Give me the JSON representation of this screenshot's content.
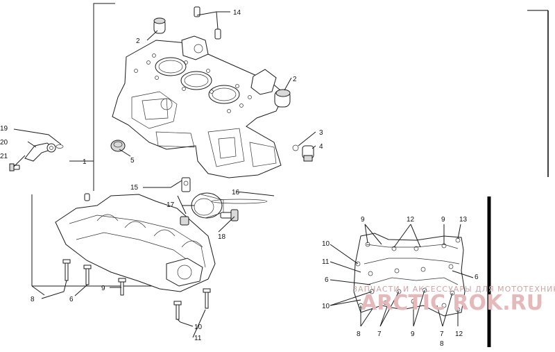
{
  "callouts": {
    "c1": "1",
    "c2a": "2",
    "c2b": "2",
    "c3": "3",
    "c4": "4",
    "c5": "5",
    "c6a": "6",
    "c8a": "8",
    "c9a": "9",
    "c10a": "10",
    "c11a": "11",
    "c14": "14",
    "c15": "15",
    "c16": "16",
    "c17": "17",
    "c18": "18",
    "c19": "19",
    "c20": "20",
    "c21": "21"
  },
  "inset": {
    "l9a": "9",
    "l12": "12",
    "l9b": "9",
    "l13": "13",
    "l10a": "10",
    "l11": "11",
    "l6a": "6",
    "l6b": "6",
    "l10b": "10",
    "l8a": "8",
    "l7a": "7",
    "l9c": "9",
    "l7b": "7",
    "l8b": "8",
    "l12b": "12"
  },
  "watermark": {
    "line1": "ЗАПЧАСТИ И АКСЕССУАРЫ ДЛЯ МОТОТЕХНИКИ",
    "line2": "ARCTIC ROK.RU"
  }
}
